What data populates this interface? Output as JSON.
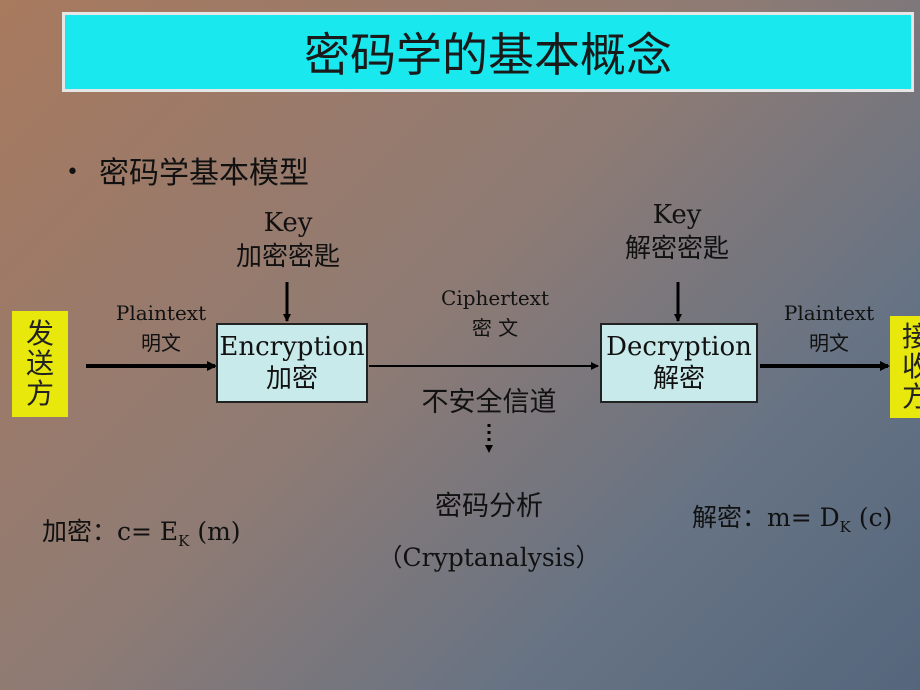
{
  "title": "密码学的基本概念",
  "bullet": "密码学基本模型",
  "sender": [
    "发",
    "送",
    "方"
  ],
  "receiver": [
    "接",
    "收",
    "方"
  ],
  "plaintext_left": {
    "en": "Plaintext",
    "zh": "明文"
  },
  "plaintext_right": {
    "en": "Plaintext",
    "zh": "明文"
  },
  "enc_key": {
    "en": "Key",
    "zh": "加密密匙"
  },
  "dec_key": {
    "en": "Key",
    "zh": "解密密匙"
  },
  "encryption": {
    "en": "Encryption",
    "zh": "加密"
  },
  "decryption": {
    "en": "Decryption",
    "zh": "解密"
  },
  "ciphertext": {
    "en": "Ciphertext",
    "zh": "密 文"
  },
  "channel": "不安全信道",
  "analysis": {
    "zh": "密码分析",
    "en": "（Cryptanalysis）"
  },
  "enc_formula": {
    "prefix": "加密：c= E",
    "sub": "K",
    "suffix": " (m)"
  },
  "dec_formula": {
    "prefix": "解密：m= D",
    "sub": "K",
    "suffix": " (c)"
  }
}
